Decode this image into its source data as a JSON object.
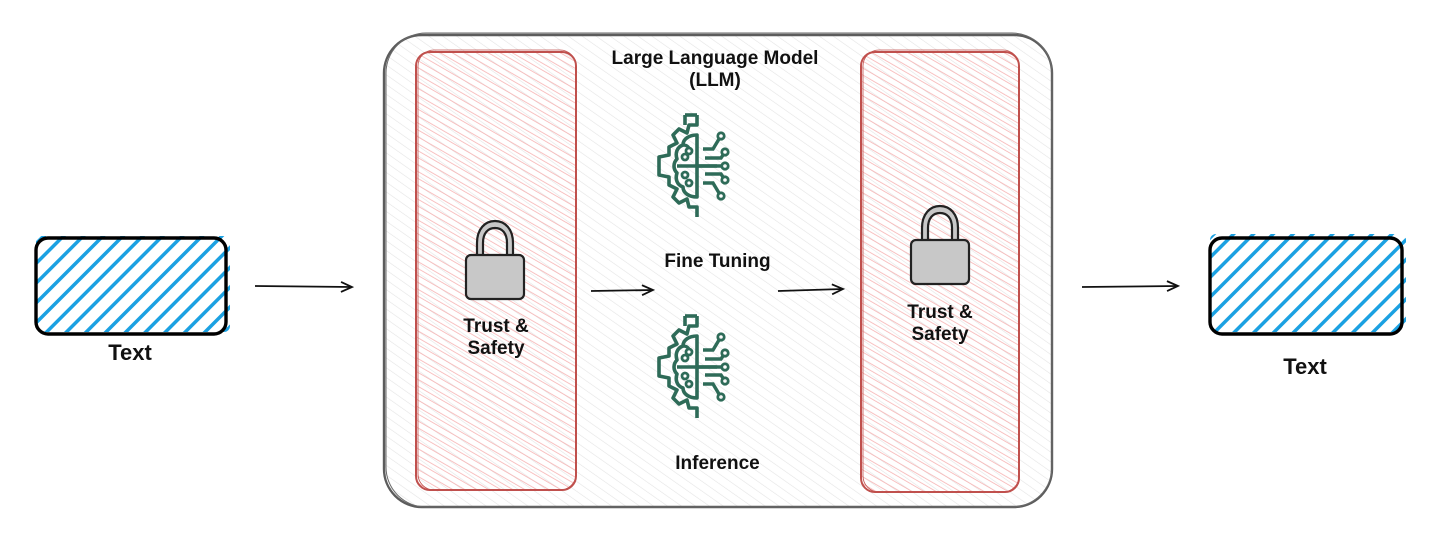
{
  "diagram": {
    "title": "Large Language Model (LLM) pipeline with Trust & Safety guardrails",
    "colors": {
      "input_fill": "#1ba1e2",
      "box_stroke": "#000000",
      "llm_border": "#5c5c5c",
      "llm_hatch": "#e6e6e6",
      "guard_fill": "#f8b4b4",
      "guard_stroke": "#c0504d",
      "ai_icon": "#2e6b58",
      "lock_fill": "#c8c8c8"
    },
    "input": {
      "label": "Text"
    },
    "output": {
      "label": "Text"
    },
    "llm": {
      "title_line1": "Large Language Model",
      "title_line2": "(LLM)",
      "stages": [
        {
          "label": "Fine Tuning",
          "icon": "ai-brain-gear-icon"
        },
        {
          "label": "Inference",
          "icon": "ai-brain-gear-icon"
        }
      ]
    },
    "guardrails": [
      {
        "line1": "Trust &",
        "line2": "Safety",
        "icon": "lock-icon"
      },
      {
        "line1": "Trust &",
        "line2": "Safety",
        "icon": "lock-icon"
      }
    ],
    "arrows": [
      {
        "from": "input",
        "to": "guardrail-in"
      },
      {
        "from": "guardrail-in",
        "to": "llm"
      },
      {
        "from": "llm",
        "to": "guardrail-out"
      },
      {
        "from": "guardrail-out",
        "to": "output"
      }
    ]
  }
}
